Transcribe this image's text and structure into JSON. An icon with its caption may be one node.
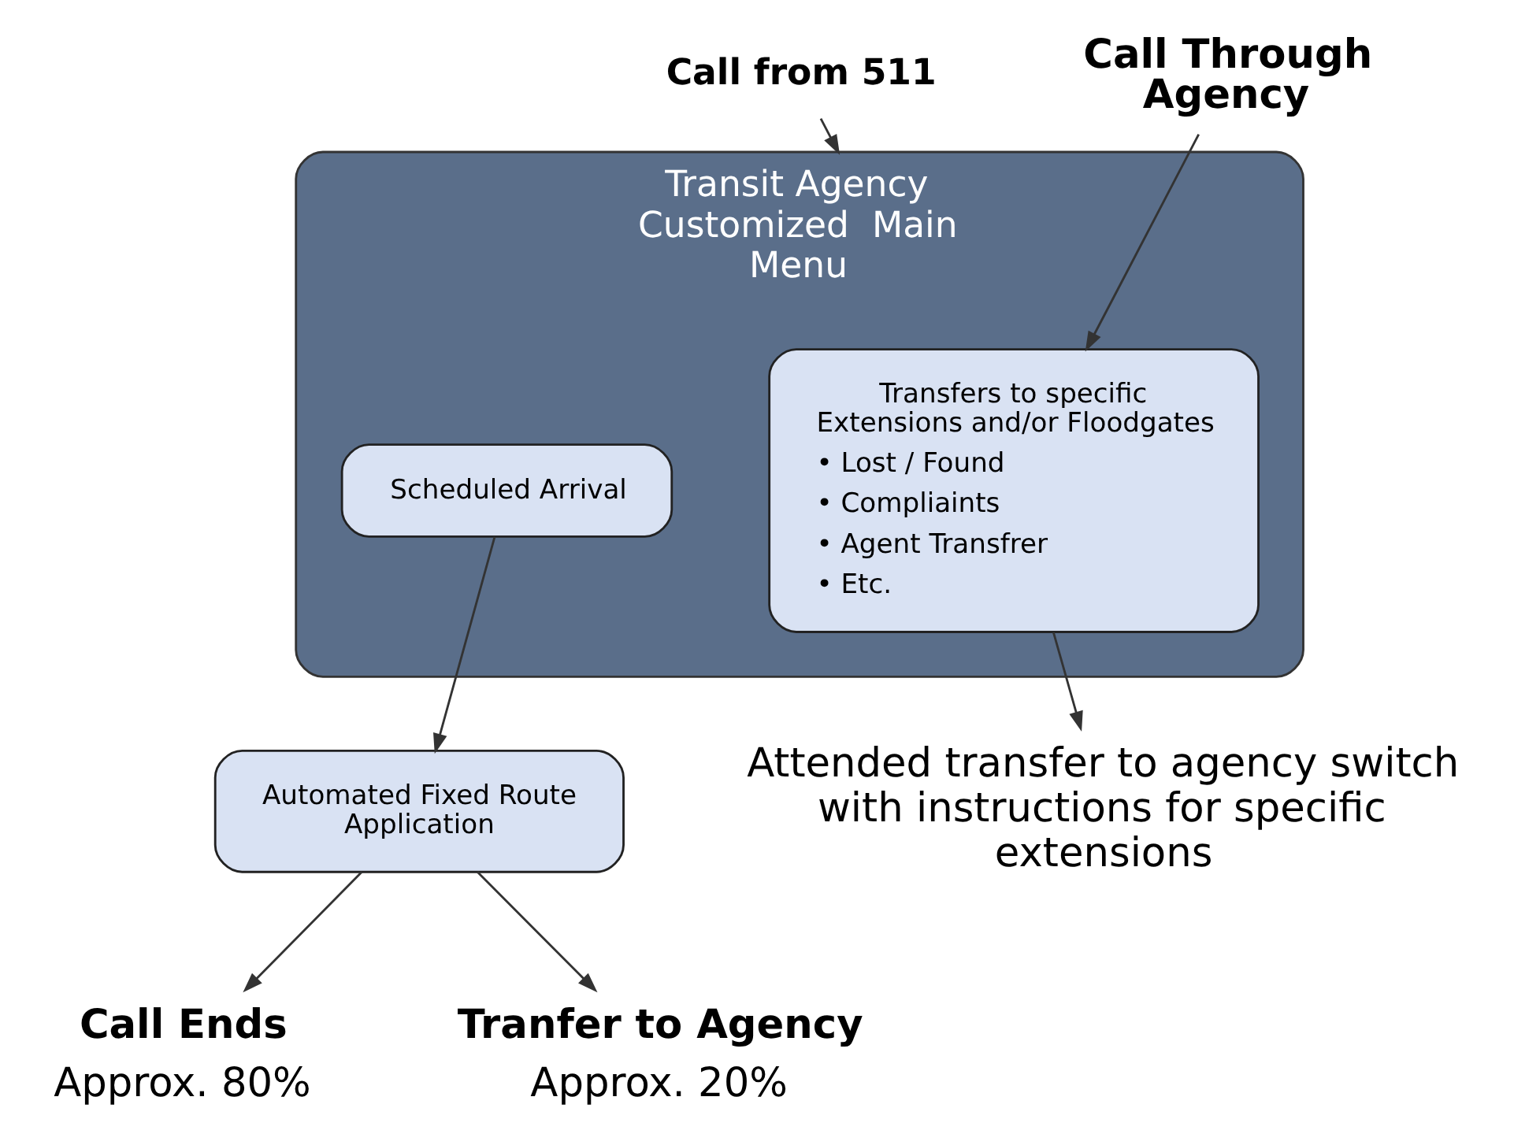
{
  "diagram": {
    "nodes": [
      {
        "text": [
          "Call from 511"
        ]
      },
      {
        "text": [
          "Transit Agency Customized  Main Menu"
        ]
      },
      {
        "text": [
          "Scheduled Arrival"
        ],
        "in": 1
      },
      {
        "text": [
          "Transfers to specific Extensions and/or Floodgates",
          "• Lost / Found",
          "• Compliaints",
          "• Agent Transfrer",
          "• Etc."
        ],
        "in": 1
      },
      {
        "text": [
          "Call Through Agency"
        ]
      },
      {
        "text": [
          "Automated Fixed Route Application"
        ]
      },
      {
        "text": [
          "Attended transfer to agency switch with instructions for specific extensions"
        ]
      },
      {
        "text": [
          "Call Ends",
          "Approx. 80%"
        ]
      },
      {
        "text": [
          "Tranfer to Agency",
          "Approx. 20%"
        ]
      }
    ],
    "edges": [
      {
        "from": 0,
        "to": 1,
        "arrow": "to"
      },
      {
        "from": 4,
        "to": 3,
        "arrow": "to"
      },
      {
        "from": 2,
        "to": 5,
        "arrow": "to"
      },
      {
        "from": 3,
        "to": 6,
        "arrow": "to"
      },
      {
        "from": 5,
        "to": 7,
        "arrow": "to"
      },
      {
        "from": 5,
        "to": 8,
        "arrow": "to"
      }
    ]
  }
}
